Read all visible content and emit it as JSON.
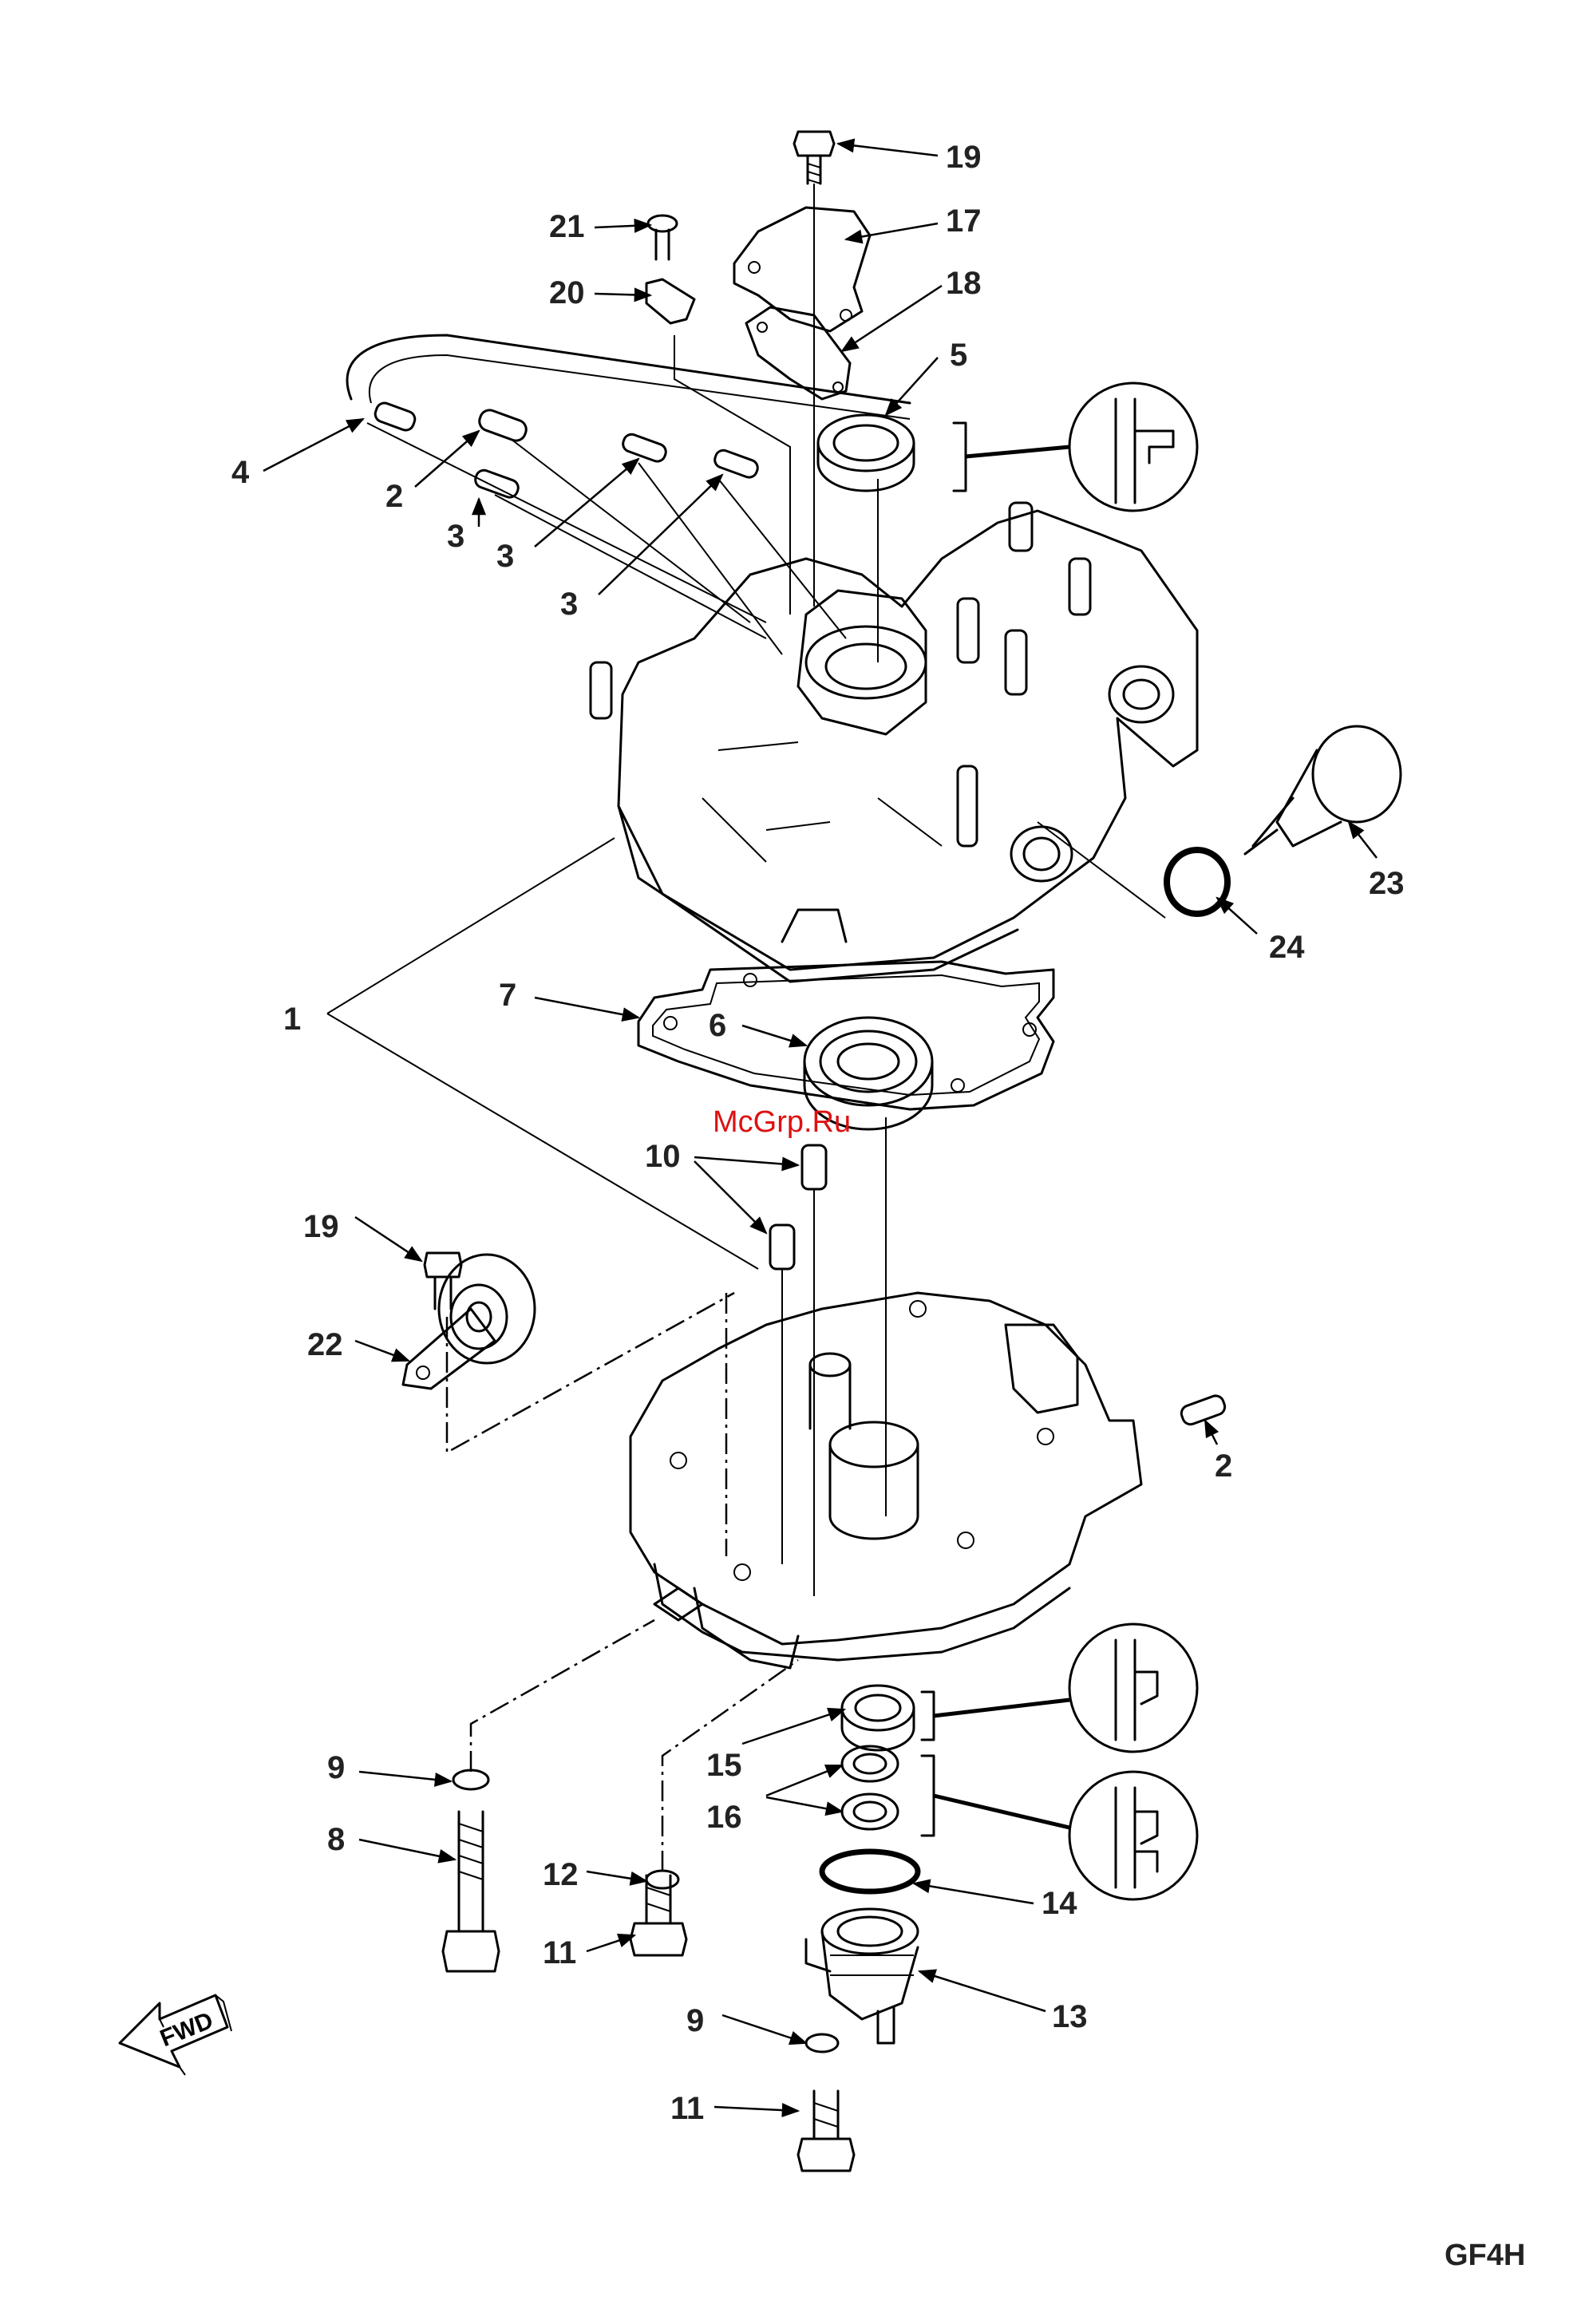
{
  "watermark": "McGrp.Ru",
  "diagram_code": "GF4H",
  "fwd_label": "FWD",
  "callouts": {
    "n1": "1",
    "n2a": "2",
    "n2b": "2",
    "n3a": "3",
    "n3b": "3",
    "n3c": "3",
    "n4": "4",
    "n5": "5",
    "n6": "6",
    "n7": "7",
    "n8": "8",
    "n9a": "9",
    "n9b": "9",
    "n10": "10",
    "n11a": "11",
    "n11b": "11",
    "n12": "12",
    "n13": "13",
    "n14": "14",
    "n15": "15",
    "n16": "16",
    "n17": "17",
    "n18": "18",
    "n19a": "19",
    "n19b": "19",
    "n20": "20",
    "n21": "21",
    "n22": "22",
    "n23": "23",
    "n24": "24"
  }
}
